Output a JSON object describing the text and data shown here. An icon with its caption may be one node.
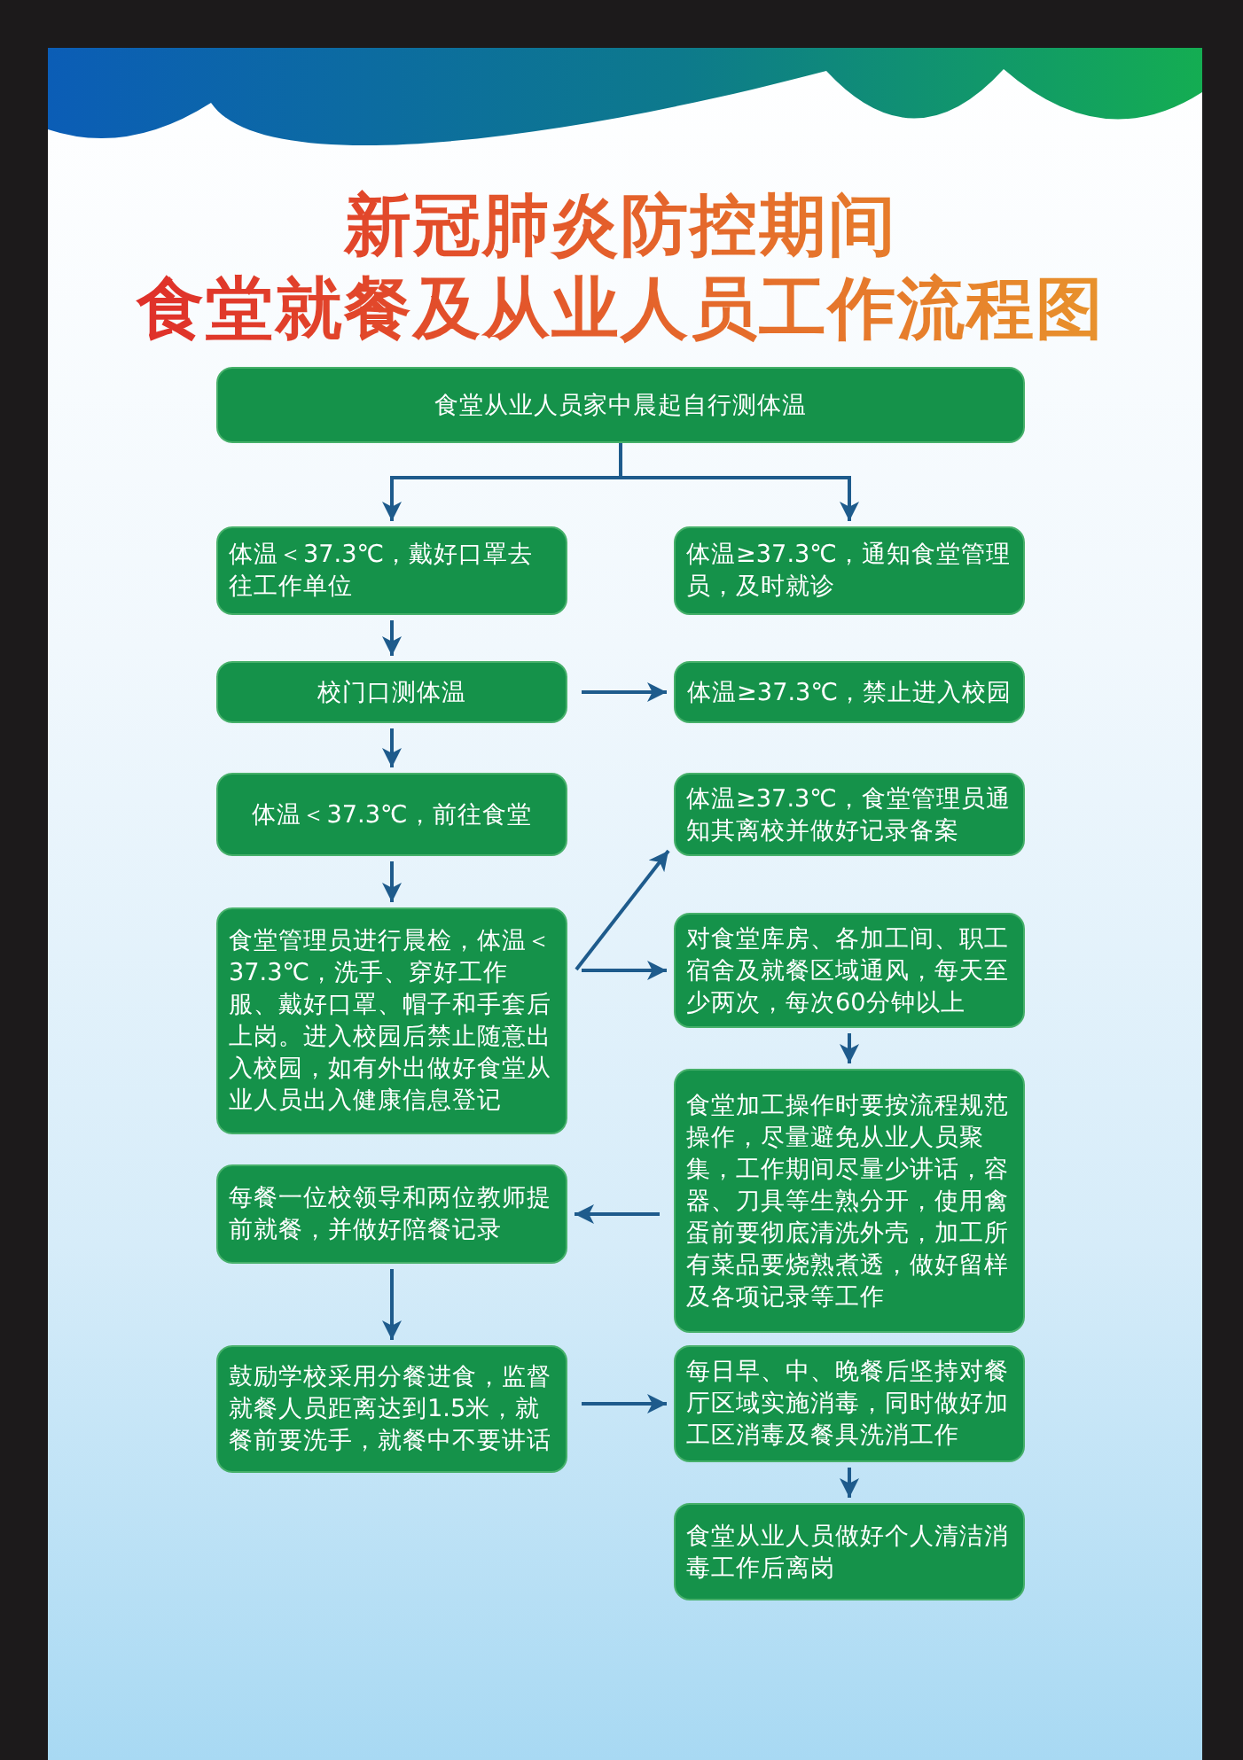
{
  "diagram": {
    "title": "新冠肺炎防控期间食堂就餐及从业人员工作流程图",
    "nodes": [
      {
        "text": [
          "食堂从业人员家中晨起自行测体温"
        ]
      },
      {
        "text": [
          "体温＜37.3℃，戴好口罩去往工作单位"
        ]
      },
      {
        "text": [
          "体温≥37.3℃，通知食堂管理员，及时就诊"
        ]
      },
      {
        "text": [
          "校门口测体温"
        ]
      },
      {
        "text": [
          "体温≥37.3℃，禁止进入校园"
        ]
      },
      {
        "text": [
          "体温＜37.3℃，前往食堂"
        ]
      },
      {
        "text": [
          "体温≥37.3℃，食堂管理员通知其离校并做好记录备案"
        ]
      },
      {
        "text": [
          "食堂管理员进行晨检，体温＜37.3℃，洗手、穿好工作服、戴好口罩、帽子和手套后上岗。进入校园后禁止随意出入校园，如有外出做好食堂从业人员出入健康信息登记"
        ]
      },
      {
        "text": [
          "对食堂库房、各加工间、职工宿舍及就餐区域通风，每天至少两次，每次60分钟以上"
        ]
      },
      {
        "text": [
          "食堂加工操作时要按流程规范操作，尽量避免从业人员聚集，工作期间尽量少讲话，容器、刀具等生熟分开，使用禽蛋前要彻底清洗外壳，加工所有菜品要烧熟煮透，做好留样及各项记录等工作"
        ]
      },
      {
        "text": [
          "每餐一位校领导和两位教师提前就餐，并做好陪餐记录"
        ]
      },
      {
        "text": [
          "鼓励学校采用分餐进食，监督就餐人员距离达到1.5米，就餐前要洗手，就餐中不要讲话"
        ]
      },
      {
        "text": [
          "每日早、中、晚餐后坚持对餐厅区域实施消毒，同时做好加工区消毒及餐具洗消工作"
        ]
      },
      {
        "text": [
          "食堂从业人员做好个人清洁消毒工作后离岗"
        ]
      }
    ],
    "edges": [
      {
        "from": 0,
        "to": 1,
        "arrow": "to"
      },
      {
        "from": 0,
        "to": 2,
        "arrow": "to"
      },
      {
        "from": 1,
        "to": 3,
        "arrow": "to"
      },
      {
        "from": 3,
        "to": 4,
        "arrow": "to"
      },
      {
        "from": 3,
        "to": 5,
        "arrow": "to"
      },
      {
        "from": 5,
        "to": 7,
        "arrow": "to"
      },
      {
        "from": 7,
        "to": 6,
        "arrow": "to"
      },
      {
        "from": 7,
        "to": 8,
        "arrow": "to"
      },
      {
        "from": 8,
        "to": 9,
        "arrow": "to"
      },
      {
        "from": 9,
        "to": 10,
        "arrow": "to"
      },
      {
        "from": 10,
        "to": 11,
        "arrow": "to"
      },
      {
        "from": 11,
        "to": 12,
        "arrow": "to"
      },
      {
        "from": 12,
        "to": 13,
        "arrow": "to"
      }
    ]
  }
}
